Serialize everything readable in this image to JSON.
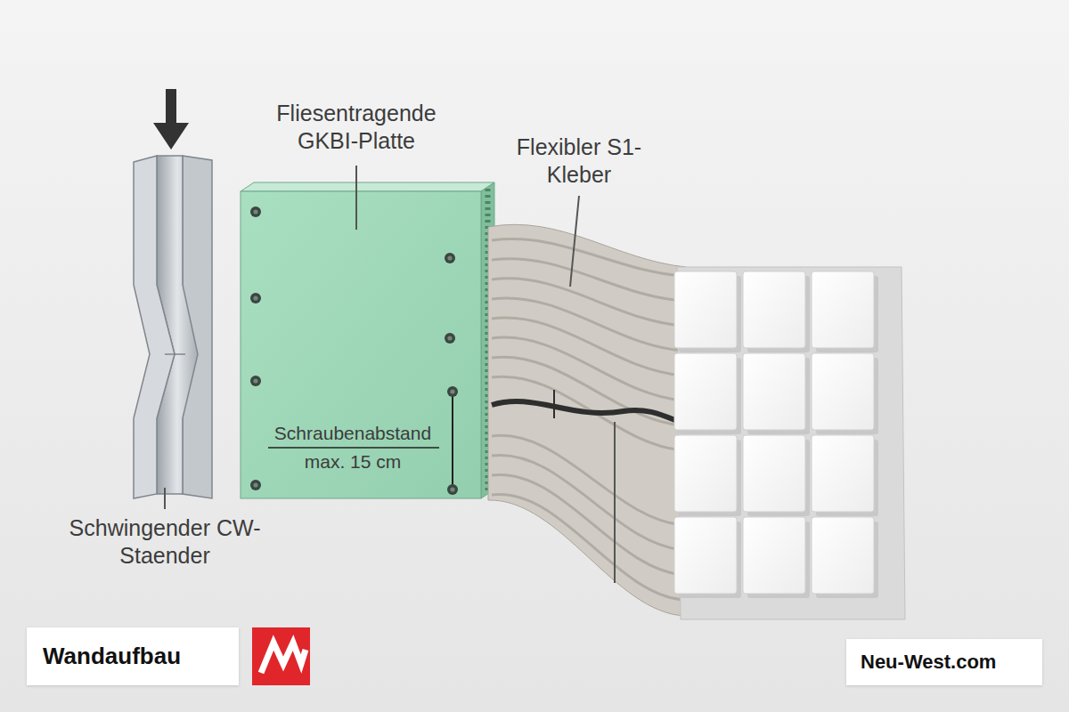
{
  "diagram": {
    "nodes": [
      {
        "text": [
          "Wandaufbau"
        ]
      },
      {
        "text": [
          "Neu-West.com"
        ]
      }
    ],
    "labels": [
      "Fliesentragende GKBI-Platte",
      "Flexibler S1-Kleber",
      "Schraubenabstand",
      "max. 15 cm",
      "Schwingender CW-Staender"
    ]
  }
}
